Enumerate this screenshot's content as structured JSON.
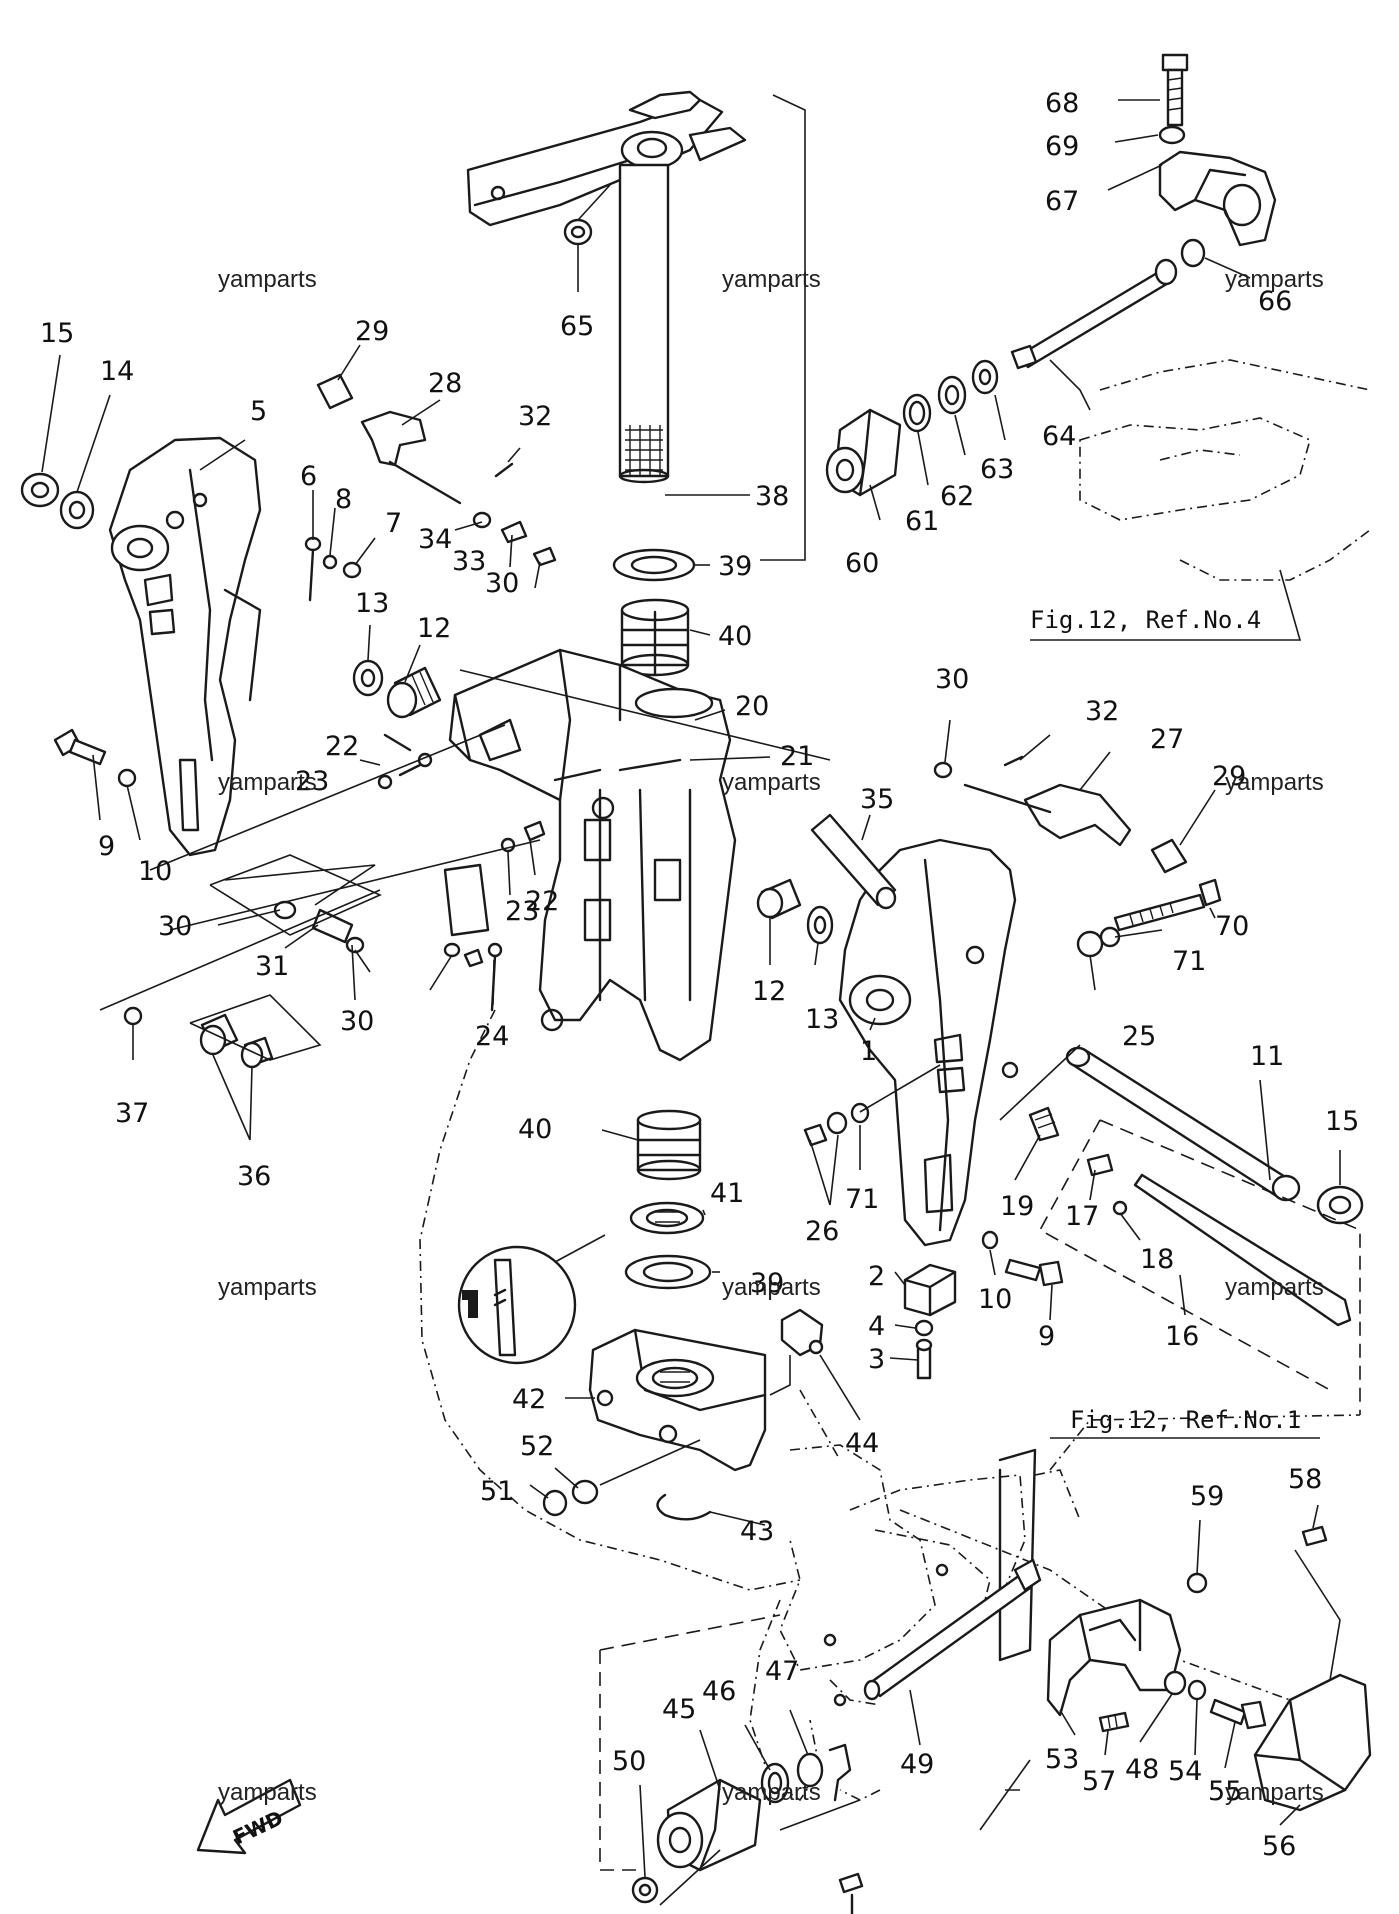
{
  "watermark_text": "yamparts",
  "watermarks": [
    "yamparts",
    "yamparts",
    "yamparts",
    "yamparts",
    "yamparts",
    "yamparts",
    "yamparts",
    "yamparts",
    "yamparts",
    "yamparts",
    "yamparts",
    "yamparts"
  ],
  "references": {
    "ref4": "Fig.12, Ref.No.4",
    "ref1": "Fig.12, Ref.No.1"
  },
  "direction_arrow": "FWD",
  "callouts": [
    "68",
    "69",
    "67",
    "66",
    "65",
    "64",
    "63",
    "62",
    "61",
    "60",
    "15",
    "14",
    "5",
    "29",
    "28",
    "32",
    "6",
    "8",
    "7",
    "34",
    "33",
    "30",
    "38",
    "39",
    "40",
    "13",
    "12",
    "20",
    "21",
    "9",
    "10",
    "22",
    "23",
    "30",
    "32",
    "27",
    "29",
    "35",
    "30",
    "31",
    "23",
    "22",
    "24",
    "30",
    "12",
    "13",
    "1",
    "25",
    "71",
    "70",
    "37",
    "36",
    "11",
    "15",
    "40",
    "41",
    "26",
    "71",
    "19",
    "17",
    "18",
    "2",
    "10",
    "9",
    "16",
    "4",
    "3",
    "39",
    "42",
    "44",
    "51",
    "52",
    "43",
    "58",
    "59",
    "45",
    "46",
    "47",
    "50",
    "49",
    "53",
    "57",
    "48",
    "54",
    "55",
    "56"
  ]
}
